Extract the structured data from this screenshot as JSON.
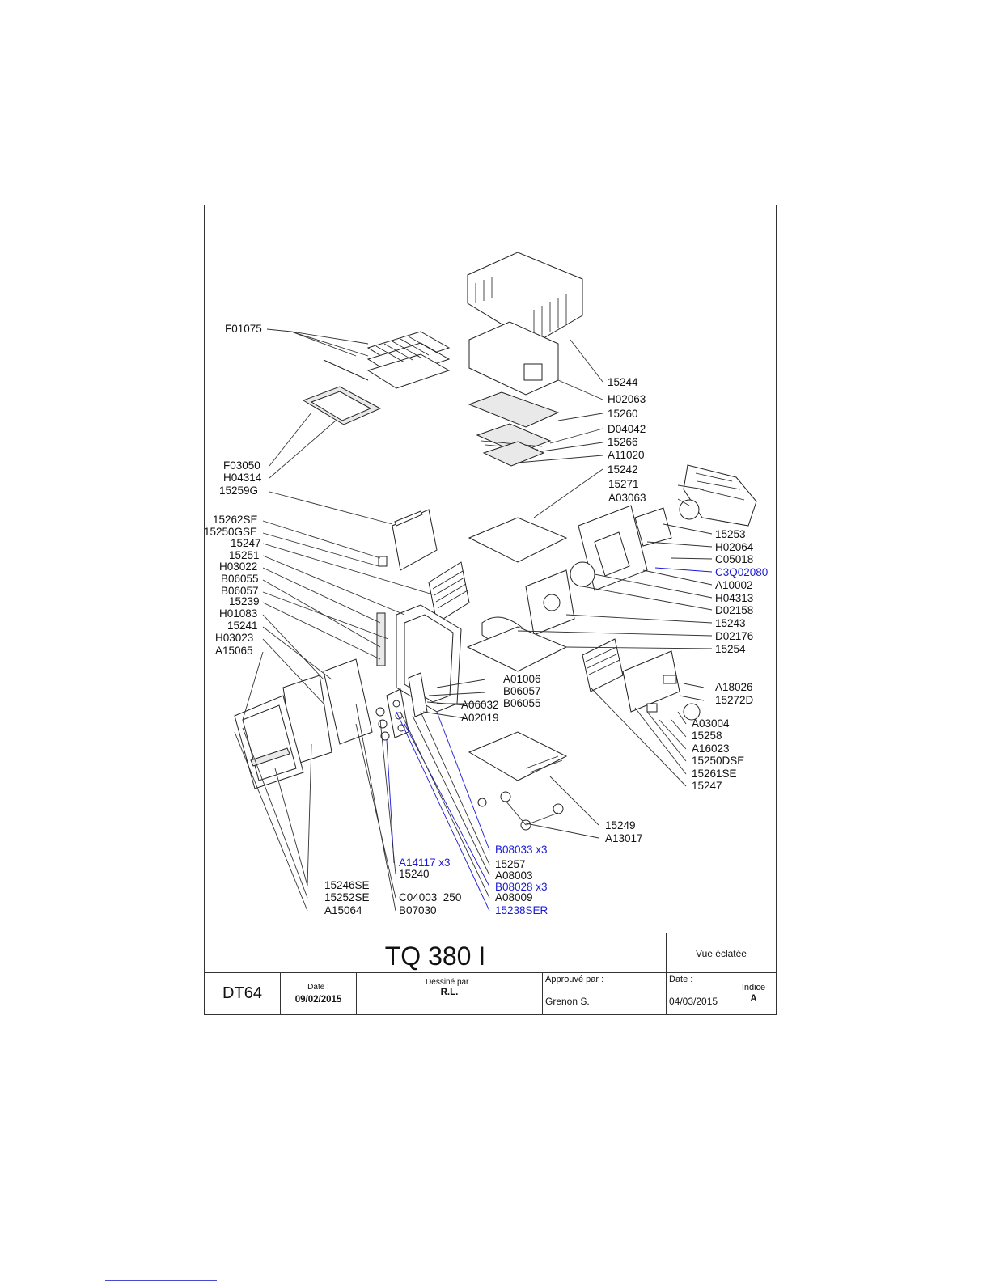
{
  "left_labels": [
    {
      "id": "F01075",
      "text": "F01075"
    },
    {
      "id": "F03050",
      "text": "F03050"
    },
    {
      "id": "H04314",
      "text": "H04314"
    },
    {
      "id": "15259G",
      "text": "15259G"
    },
    {
      "id": "15262SE",
      "text": "15262SE"
    },
    {
      "id": "15250GSE",
      "text": "15250GSE"
    },
    {
      "id": "15247a",
      "text": "15247"
    },
    {
      "id": "15251",
      "text": "15251"
    },
    {
      "id": "H03022",
      "text": "H03022"
    },
    {
      "id": "B06055a",
      "text": "B06055"
    },
    {
      "id": "B06057a",
      "text": "B06057"
    },
    {
      "id": "15239",
      "text": "15239"
    },
    {
      "id": "H01083",
      "text": "H01083"
    },
    {
      "id": "15241",
      "text": "15241"
    },
    {
      "id": "H03023",
      "text": "H03023"
    },
    {
      "id": "A15065",
      "text": "A15065"
    }
  ],
  "right_labels": [
    {
      "id": "15244",
      "text": "15244"
    },
    {
      "id": "H02063",
      "text": "H02063"
    },
    {
      "id": "15260",
      "text": "15260"
    },
    {
      "id": "D04042",
      "text": "D04042"
    },
    {
      "id": "15266",
      "text": "15266"
    },
    {
      "id": "A11020",
      "text": "A11020"
    },
    {
      "id": "15242",
      "text": "15242"
    },
    {
      "id": "15271",
      "text": "15271"
    },
    {
      "id": "A03063",
      "text": "A03063"
    },
    {
      "id": "15253",
      "text": "15253"
    },
    {
      "id": "H02064",
      "text": "H02064"
    },
    {
      "id": "C05018",
      "text": "C05018"
    },
    {
      "id": "C3Q02080",
      "text": "C3Q02080",
      "blue": true
    },
    {
      "id": "A10002",
      "text": "A10002"
    },
    {
      "id": "H04313",
      "text": "H04313"
    },
    {
      "id": "D02158",
      "text": "D02158"
    },
    {
      "id": "15243",
      "text": "15243"
    },
    {
      "id": "D02176",
      "text": "D02176"
    },
    {
      "id": "15254",
      "text": "15254"
    }
  ],
  "middle_labels": [
    {
      "id": "A01006",
      "text": "A01006"
    },
    {
      "id": "B06057b",
      "text": "B06057"
    },
    {
      "id": "A06032",
      "text": "A06032"
    },
    {
      "id": "B06055b",
      "text": "B06055"
    },
    {
      "id": "A02019",
      "text": "A02019"
    },
    {
      "id": "A18026",
      "text": "A18026"
    },
    {
      "id": "15272D",
      "text": "15272D"
    },
    {
      "id": "A03004",
      "text": "A03004"
    },
    {
      "id": "15258",
      "text": "15258"
    },
    {
      "id": "A16023",
      "text": "A16023"
    },
    {
      "id": "15250DSE",
      "text": "15250DSE"
    },
    {
      "id": "15261SE",
      "text": "15261SE"
    },
    {
      "id": "15247b",
      "text": "15247"
    },
    {
      "id": "15249",
      "text": "15249"
    },
    {
      "id": "A13017",
      "text": "A13017"
    }
  ],
  "bottom_labels": [
    {
      "id": "B08033",
      "text": "B08033 x3",
      "blue": true
    },
    {
      "id": "A14117",
      "text": "A14117 x3",
      "blue": true
    },
    {
      "id": "15257",
      "text": "15257"
    },
    {
      "id": "15240",
      "text": "15240"
    },
    {
      "id": "A08003",
      "text": "A08003"
    },
    {
      "id": "15246SE",
      "text": "15246SE"
    },
    {
      "id": "B08028",
      "text": "B08028 x3",
      "blue": true
    },
    {
      "id": "15252SE",
      "text": "15252SE"
    },
    {
      "id": "C04003",
      "text": "C04003_250"
    },
    {
      "id": "A08009",
      "text": "A08009"
    },
    {
      "id": "A15064",
      "text": "A15064"
    },
    {
      "id": "B07030",
      "text": "B07030"
    },
    {
      "id": "15238SER",
      "text": "15238SER",
      "blue": true
    }
  ],
  "title_block": {
    "model": "TQ 380 I",
    "view": "Vue éclatée",
    "code": "DT64",
    "date_label": "Date :",
    "date_value": "09/02/2015",
    "drawn_label": "Dessiné par :",
    "drawn_value": "R.L.",
    "approved_label": "Approuvé par :",
    "approved_value": "Grenon S.",
    "date2_label": "Date :",
    "date2_value": "04/03/2015",
    "index_label": "Indice",
    "index_value": "A"
  },
  "colors": {
    "callout_blue": "#1a1ad6",
    "line": "#222222"
  }
}
